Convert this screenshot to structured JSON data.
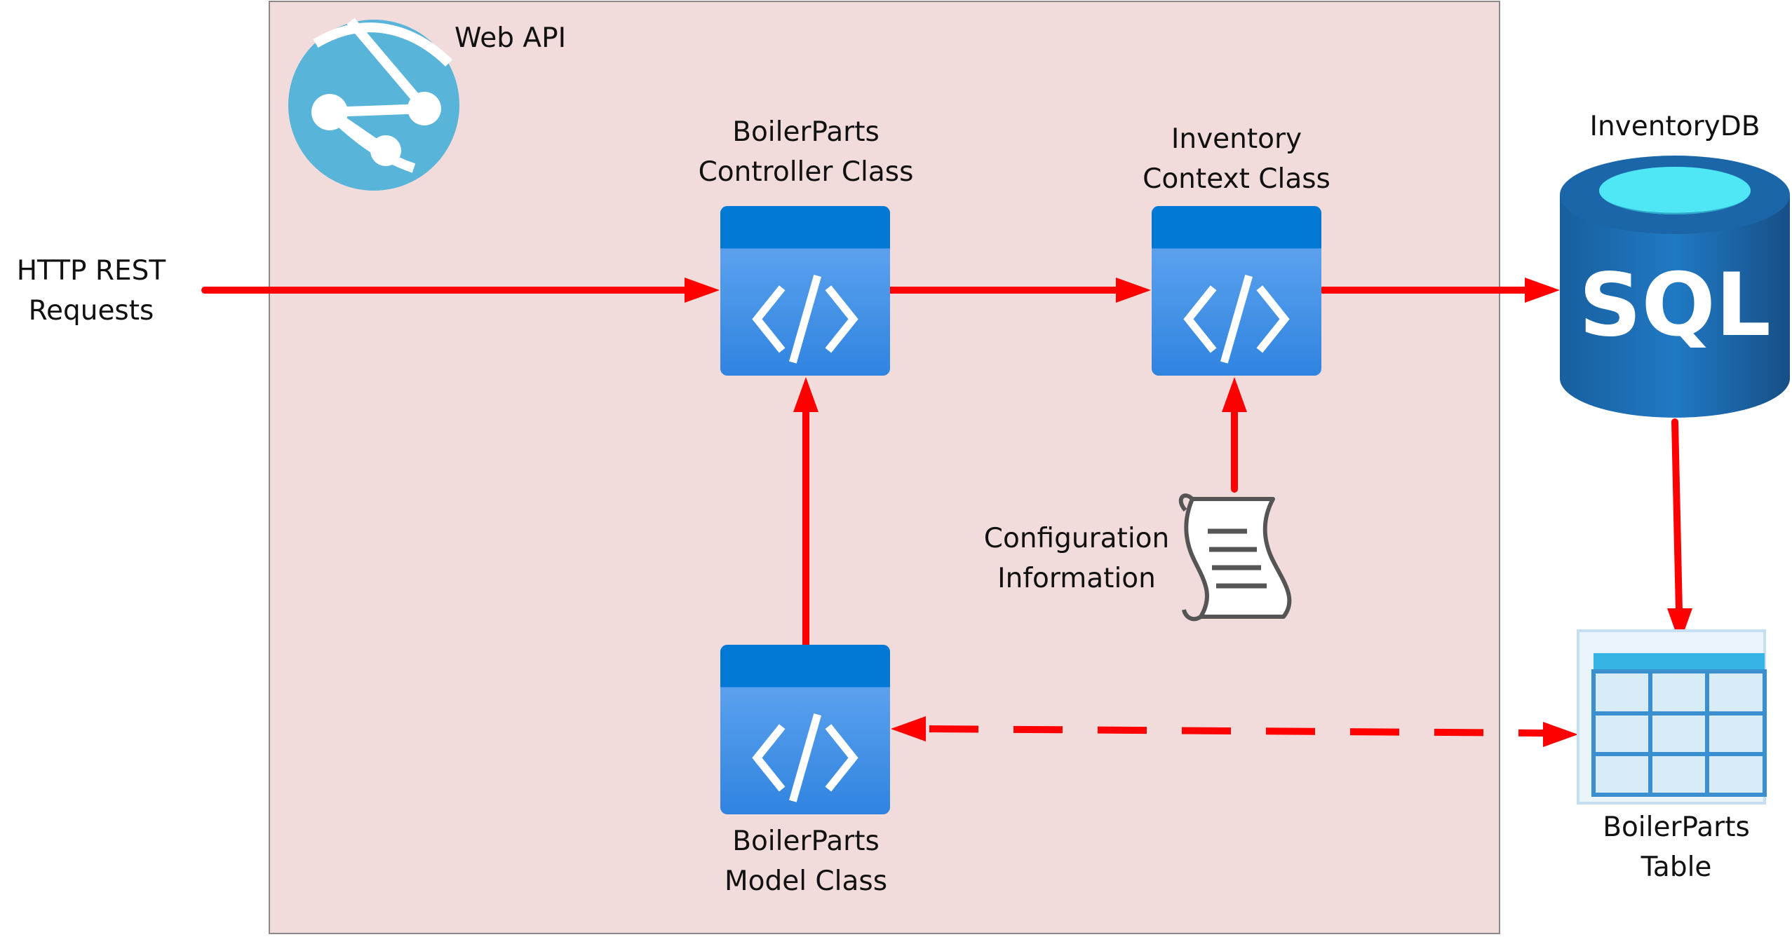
{
  "colors": {
    "container_fill": "#f2dcdb",
    "container_border": "#8a8a8a",
    "arrow": "#ff0000",
    "code_box_top": "#0078d4",
    "code_box_body": "#5ea0ef",
    "globe": "#59b4d9",
    "sql_cylinder": "#1b6fb3",
    "sql_top": "#4fe6f5",
    "table_header": "#35b4e6",
    "table_grid": "#3a8fd0",
    "table_cell": "#d8ecf7"
  },
  "icons": {
    "web_api": "globe-network-icon",
    "code": "code-brackets-icon",
    "database": "sql-database-icon",
    "table": "table-grid-icon",
    "config": "scroll-document-icon"
  },
  "container": {
    "title": "Web API"
  },
  "client": {
    "line1": "HTTP REST",
    "line2": "Requests"
  },
  "controller": {
    "line1": "BoilerParts",
    "line2": "Controller Class"
  },
  "context": {
    "line1": "Inventory",
    "line2": "Context Class"
  },
  "model": {
    "line1": "BoilerParts",
    "line2": "Model Class"
  },
  "config": {
    "line1": "Configuration",
    "line2": "Information"
  },
  "database": {
    "label": "InventoryDB",
    "icon_text": "SQL"
  },
  "table": {
    "line1": "BoilerParts",
    "line2": "Table"
  }
}
